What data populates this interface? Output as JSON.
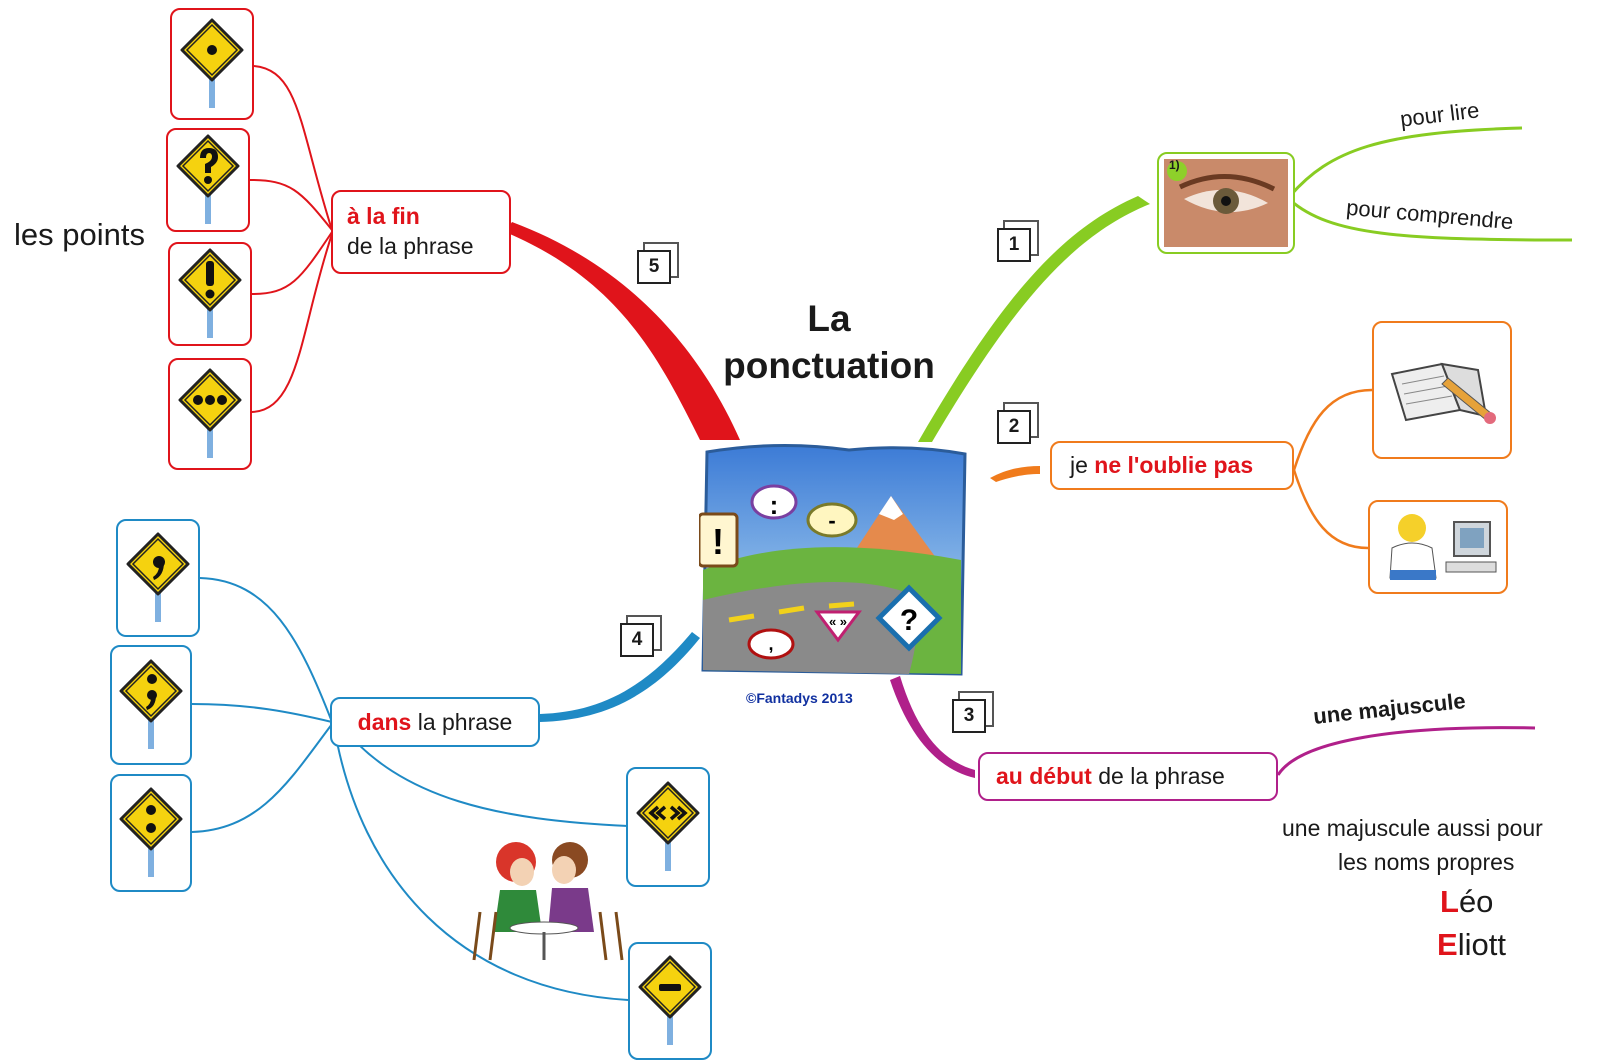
{
  "title": "La ponctuation",
  "copyright": "©Fantadys 2013",
  "colors": {
    "red": "#e0141b",
    "green": "#88cc22",
    "orange": "#f07b1c",
    "magenta": "#b0208a",
    "blue": "#1f8ac5"
  },
  "branches": {
    "b1": {
      "number": "1",
      "picture_tag": "1)",
      "leaves": [
        "pour lire",
        "pour comprendre"
      ]
    },
    "b2": {
      "number": "2",
      "text_pre": "je ",
      "text_bold": "ne l'oublie pas"
    },
    "b3": {
      "number": "3",
      "text_bold": "au début",
      "text_post": " de la phrase",
      "leaf": "une majuscule",
      "note_line1": "une majuscule aussi pour",
      "note_line2": "les noms propres",
      "name1_initial": "L",
      "name1_rest": "éo",
      "name2_initial": "E",
      "name2_rest": "liott"
    },
    "b4": {
      "number": "4",
      "text_bold": "dans",
      "text_post": " la phrase"
    },
    "b5": {
      "number": "5",
      "text_bold": "à la fin",
      "text_line2": "de la phrase",
      "side_label": "les points"
    }
  },
  "sign_icons": {
    "end_of_sentence": [
      "point-sign-icon",
      "question-mark-sign-icon",
      "exclamation-mark-sign-icon",
      "ellipsis-sign-icon"
    ],
    "in_sentence": [
      "comma-sign-icon",
      "semicolon-sign-icon",
      "colon-sign-icon",
      "quotation-marks-sign-icon",
      "dash-sign-icon"
    ]
  }
}
